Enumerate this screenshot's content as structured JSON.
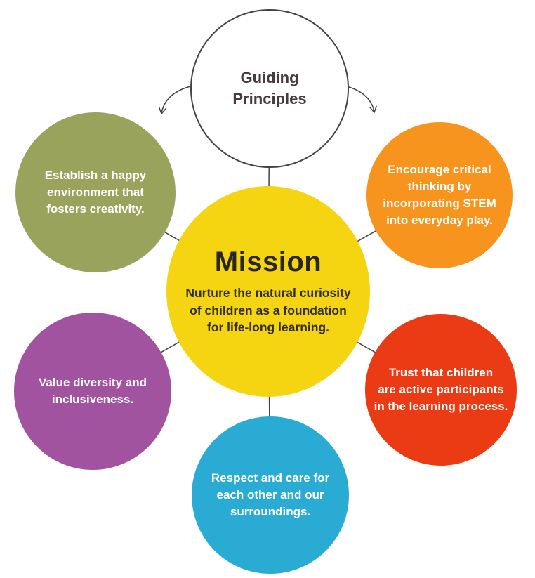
{
  "title_circle": {
    "label": "Guiding\nPrinciples",
    "fill": "#ffffff",
    "outline_color": "#45414b",
    "text_color": "#473a41"
  },
  "mission_circle": {
    "title": "Mission",
    "description": "Nurture the natural curiosity\nof children as a foundation\nfor life-long learning.",
    "fill": "#f5d411",
    "title_color": "#29261f",
    "description_color": "#332f28"
  },
  "principle_circles": [
    {
      "name": "happy-environment",
      "text": "Establish a happy\nenvironment that\nfosters creativity.",
      "fill": "#99a35c",
      "text_color": "#ffffff",
      "position": "top-left"
    },
    {
      "name": "critical-thinking",
      "text": "Encourage critical\nthinking by\nincorporating STEM\ninto everyday play.",
      "fill": "#f7941e",
      "text_color": "#ffffff",
      "position": "top-right"
    },
    {
      "name": "diversity-inclusiveness",
      "text": "Value diversity and\ninclusiveness.",
      "fill": "#a2539f",
      "text_color": "#ffffff",
      "position": "middle-left"
    },
    {
      "name": "trust-children",
      "text": "Trust that children\nare active participants\nin the learning process.",
      "fill": "#eb3b14",
      "text_color": "#ffffff",
      "position": "middle-right"
    },
    {
      "name": "respect-care",
      "text": "Respect and care for\neach other and our\nsurroundings.",
      "fill": "#29abd4",
      "text_color": "#ffffff",
      "position": "bottom"
    }
  ],
  "connectors": {
    "line_color": "#45414b"
  }
}
